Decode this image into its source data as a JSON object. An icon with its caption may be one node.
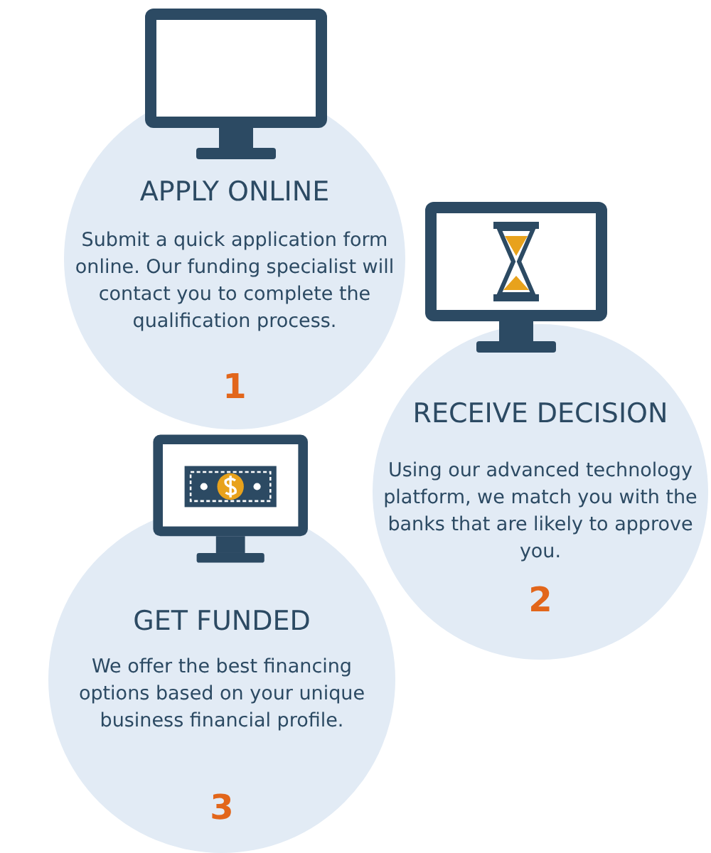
{
  "diagram": {
    "nodes": [
      {
        "text": [
          "APPLY ONLINE",
          "Submit a quick application form online. Our funding specialist will contact you to complete the qualification process.",
          "1"
        ]
      },
      {
        "text": [
          "RECEIVE DECISION",
          "Using our advanced technology platform, we match you with the banks that are likely to approve you.",
          "2"
        ]
      },
      {
        "text": [
          "GET FUNDED",
          "We offer the best financing options based on your unique business financial profile.",
          "3"
        ]
      }
    ]
  }
}
